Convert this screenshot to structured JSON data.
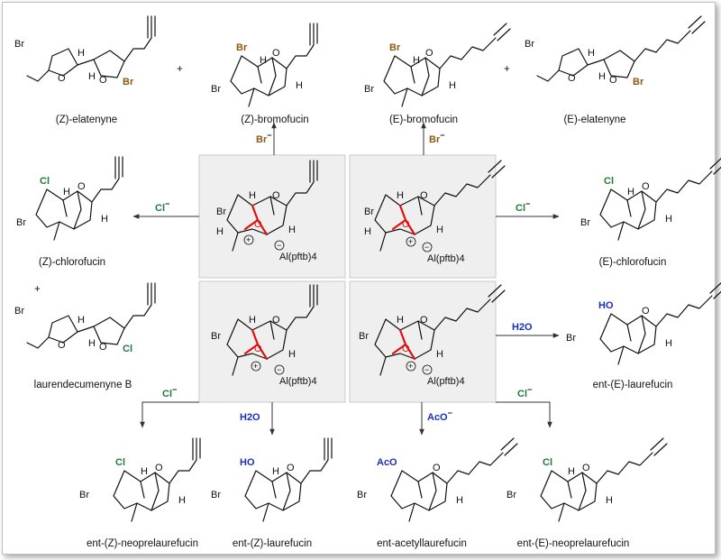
{
  "compounds": {
    "z_elatenyne": "(Z)-elatenyne",
    "z_bromofucin": "(Z)-bromofucin",
    "e_bromofucin": "(E)-bromofucin",
    "e_elatenyne": "(E)-elatenyne",
    "z_chlorofucin": "(Z)-chlorofucin",
    "e_chlorofucin": "(E)-chlorofucin",
    "laurendecumenyne_b": "laurendecumenyne B",
    "ent_e_laurefucin": "ent-(E)-laurefucin",
    "ent_z_neoprelaurefucin": "ent-(Z)-neoprelaurefucin",
    "ent_z_laurefucin": "ent-(Z)-laurefucin",
    "ent_acetyllaurefucin": "ent-acetyllaurefucin",
    "ent_e_neoprelaurefucin": "ent-(E)-neoprelaurefucin"
  },
  "plus_sign": "+",
  "reagents": {
    "bromide": "Br",
    "chloride": "Cl",
    "water": "H2O",
    "acetate": "AcO",
    "anion_charge": "−"
  },
  "atoms": {
    "Br": "Br",
    "Cl": "Cl",
    "O": "O",
    "H": "H",
    "HO": "HO",
    "AcO": "AcO",
    "counterion": "Al(pftb)4",
    "plus": "+",
    "minus": "−"
  },
  "colors": {
    "bromine": "#8a5a14",
    "chlorine": "#1f7a3a",
    "nucleophile": "#1a2fb8",
    "oxonium_bond": "#e01010",
    "box_fill": "#efefef"
  }
}
